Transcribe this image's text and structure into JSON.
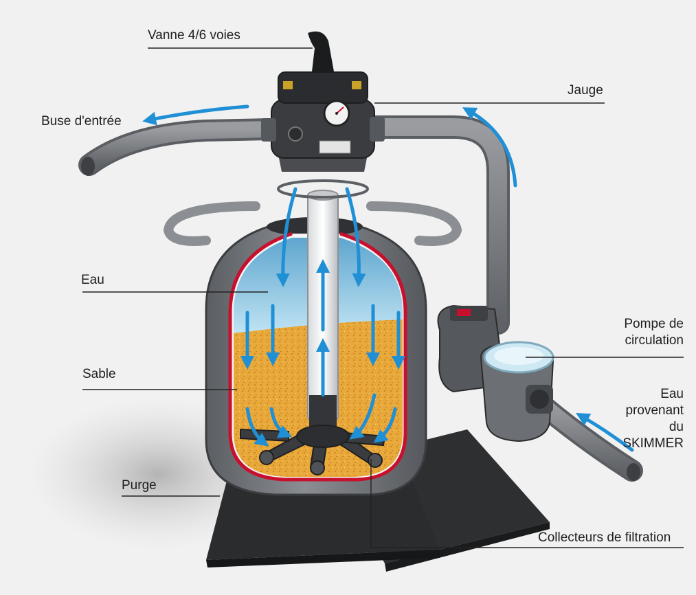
{
  "labels": {
    "vanne": "Vanne 4/6 voies",
    "jauge": "Jauge",
    "buse": "Buse d'entrée",
    "eau": "Eau",
    "sable": "Sable",
    "purge": "Purge",
    "pompe": [
      "Pompe de",
      "circulation"
    ],
    "eau_provenant": [
      "Eau",
      "provenant",
      "du",
      "SKIMMER"
    ],
    "collecteurs": "Collecteurs de filtration"
  },
  "colors": {
    "background": "#f1f1f1",
    "tank_shell": "#6f7276",
    "liner": "#c8102e",
    "water": "#a9d3ea",
    "sand": "#e8a83a",
    "flow_arrow": "#1f8fd6",
    "pump_lid": "#cfe9f4",
    "base": "#2e2f31"
  },
  "icons": [
    "valve-handle-icon",
    "pressure-gauge-icon",
    "flow-arrow-icon"
  ]
}
